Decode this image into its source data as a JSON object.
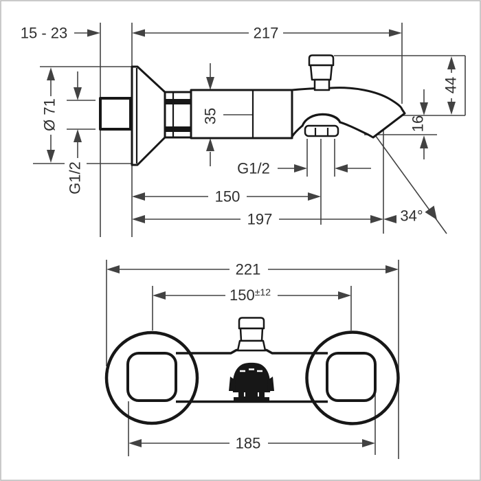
{
  "diagram": {
    "kind": "product dimension drawing",
    "subject": "wall-mounted single-lever bath mixer, side view (top) and bottom view (below)",
    "colors": {
      "ink": "#171717",
      "dim_line": "#424242",
      "text": "#2f2f2f",
      "frame": "#b9b9b9",
      "background": "#ffffff"
    },
    "side_view": {
      "wall_offset_range": "15 - 23",
      "total_projection": "217",
      "escutcheon_diameter": "Ø 71",
      "wall_thread": "G1/2",
      "body_height": "35",
      "top_drop": "44",
      "outlet_drop": "16",
      "outlet_thread": "G1/2",
      "outlet_center_reach": "150",
      "spout_reach": "197",
      "spout_angle": "34°"
    },
    "bottom_view": {
      "overall_width": "221",
      "connection_centers": "150",
      "connection_tolerance": "±12",
      "flange_outer_span": "185"
    }
  }
}
